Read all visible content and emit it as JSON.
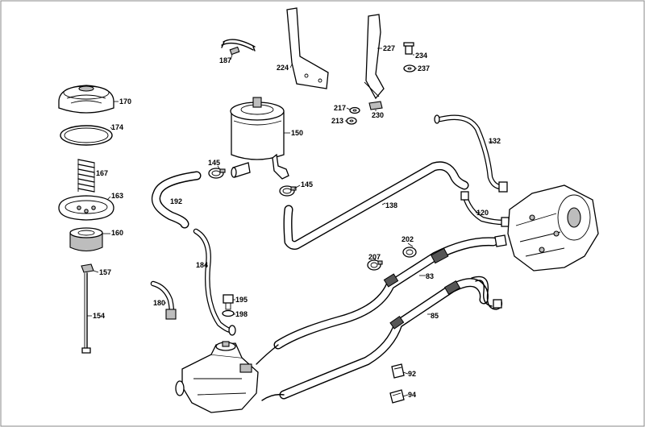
{
  "diagram": {
    "callouts": [
      {
        "id": "170",
        "label": "170"
      },
      {
        "id": "174",
        "label": "174"
      },
      {
        "id": "167",
        "label": "167"
      },
      {
        "id": "163",
        "label": "163"
      },
      {
        "id": "160",
        "label": "160"
      },
      {
        "id": "157",
        "label": "157"
      },
      {
        "id": "154",
        "label": "154"
      },
      {
        "id": "187",
        "label": "187"
      },
      {
        "id": "224",
        "label": "224"
      },
      {
        "id": "227",
        "label": "227"
      },
      {
        "id": "234",
        "label": "234"
      },
      {
        "id": "237",
        "label": "237"
      },
      {
        "id": "217",
        "label": "217"
      },
      {
        "id": "213",
        "label": "213"
      },
      {
        "id": "230",
        "label": "230"
      },
      {
        "id": "150",
        "label": "150"
      },
      {
        "id": "145a",
        "label": "145"
      },
      {
        "id": "145b",
        "label": "145"
      },
      {
        "id": "192",
        "label": "192"
      },
      {
        "id": "132",
        "label": "132"
      },
      {
        "id": "138",
        "label": "138"
      },
      {
        "id": "120",
        "label": "120"
      },
      {
        "id": "202",
        "label": "202"
      },
      {
        "id": "207",
        "label": "207"
      },
      {
        "id": "184",
        "label": "184"
      },
      {
        "id": "83",
        "label": "83"
      },
      {
        "id": "180",
        "label": "180"
      },
      {
        "id": "195",
        "label": "195"
      },
      {
        "id": "198",
        "label": "198"
      },
      {
        "id": "85",
        "label": "85"
      },
      {
        "id": "92",
        "label": "92"
      },
      {
        "id": "94",
        "label": "94"
      }
    ]
  }
}
